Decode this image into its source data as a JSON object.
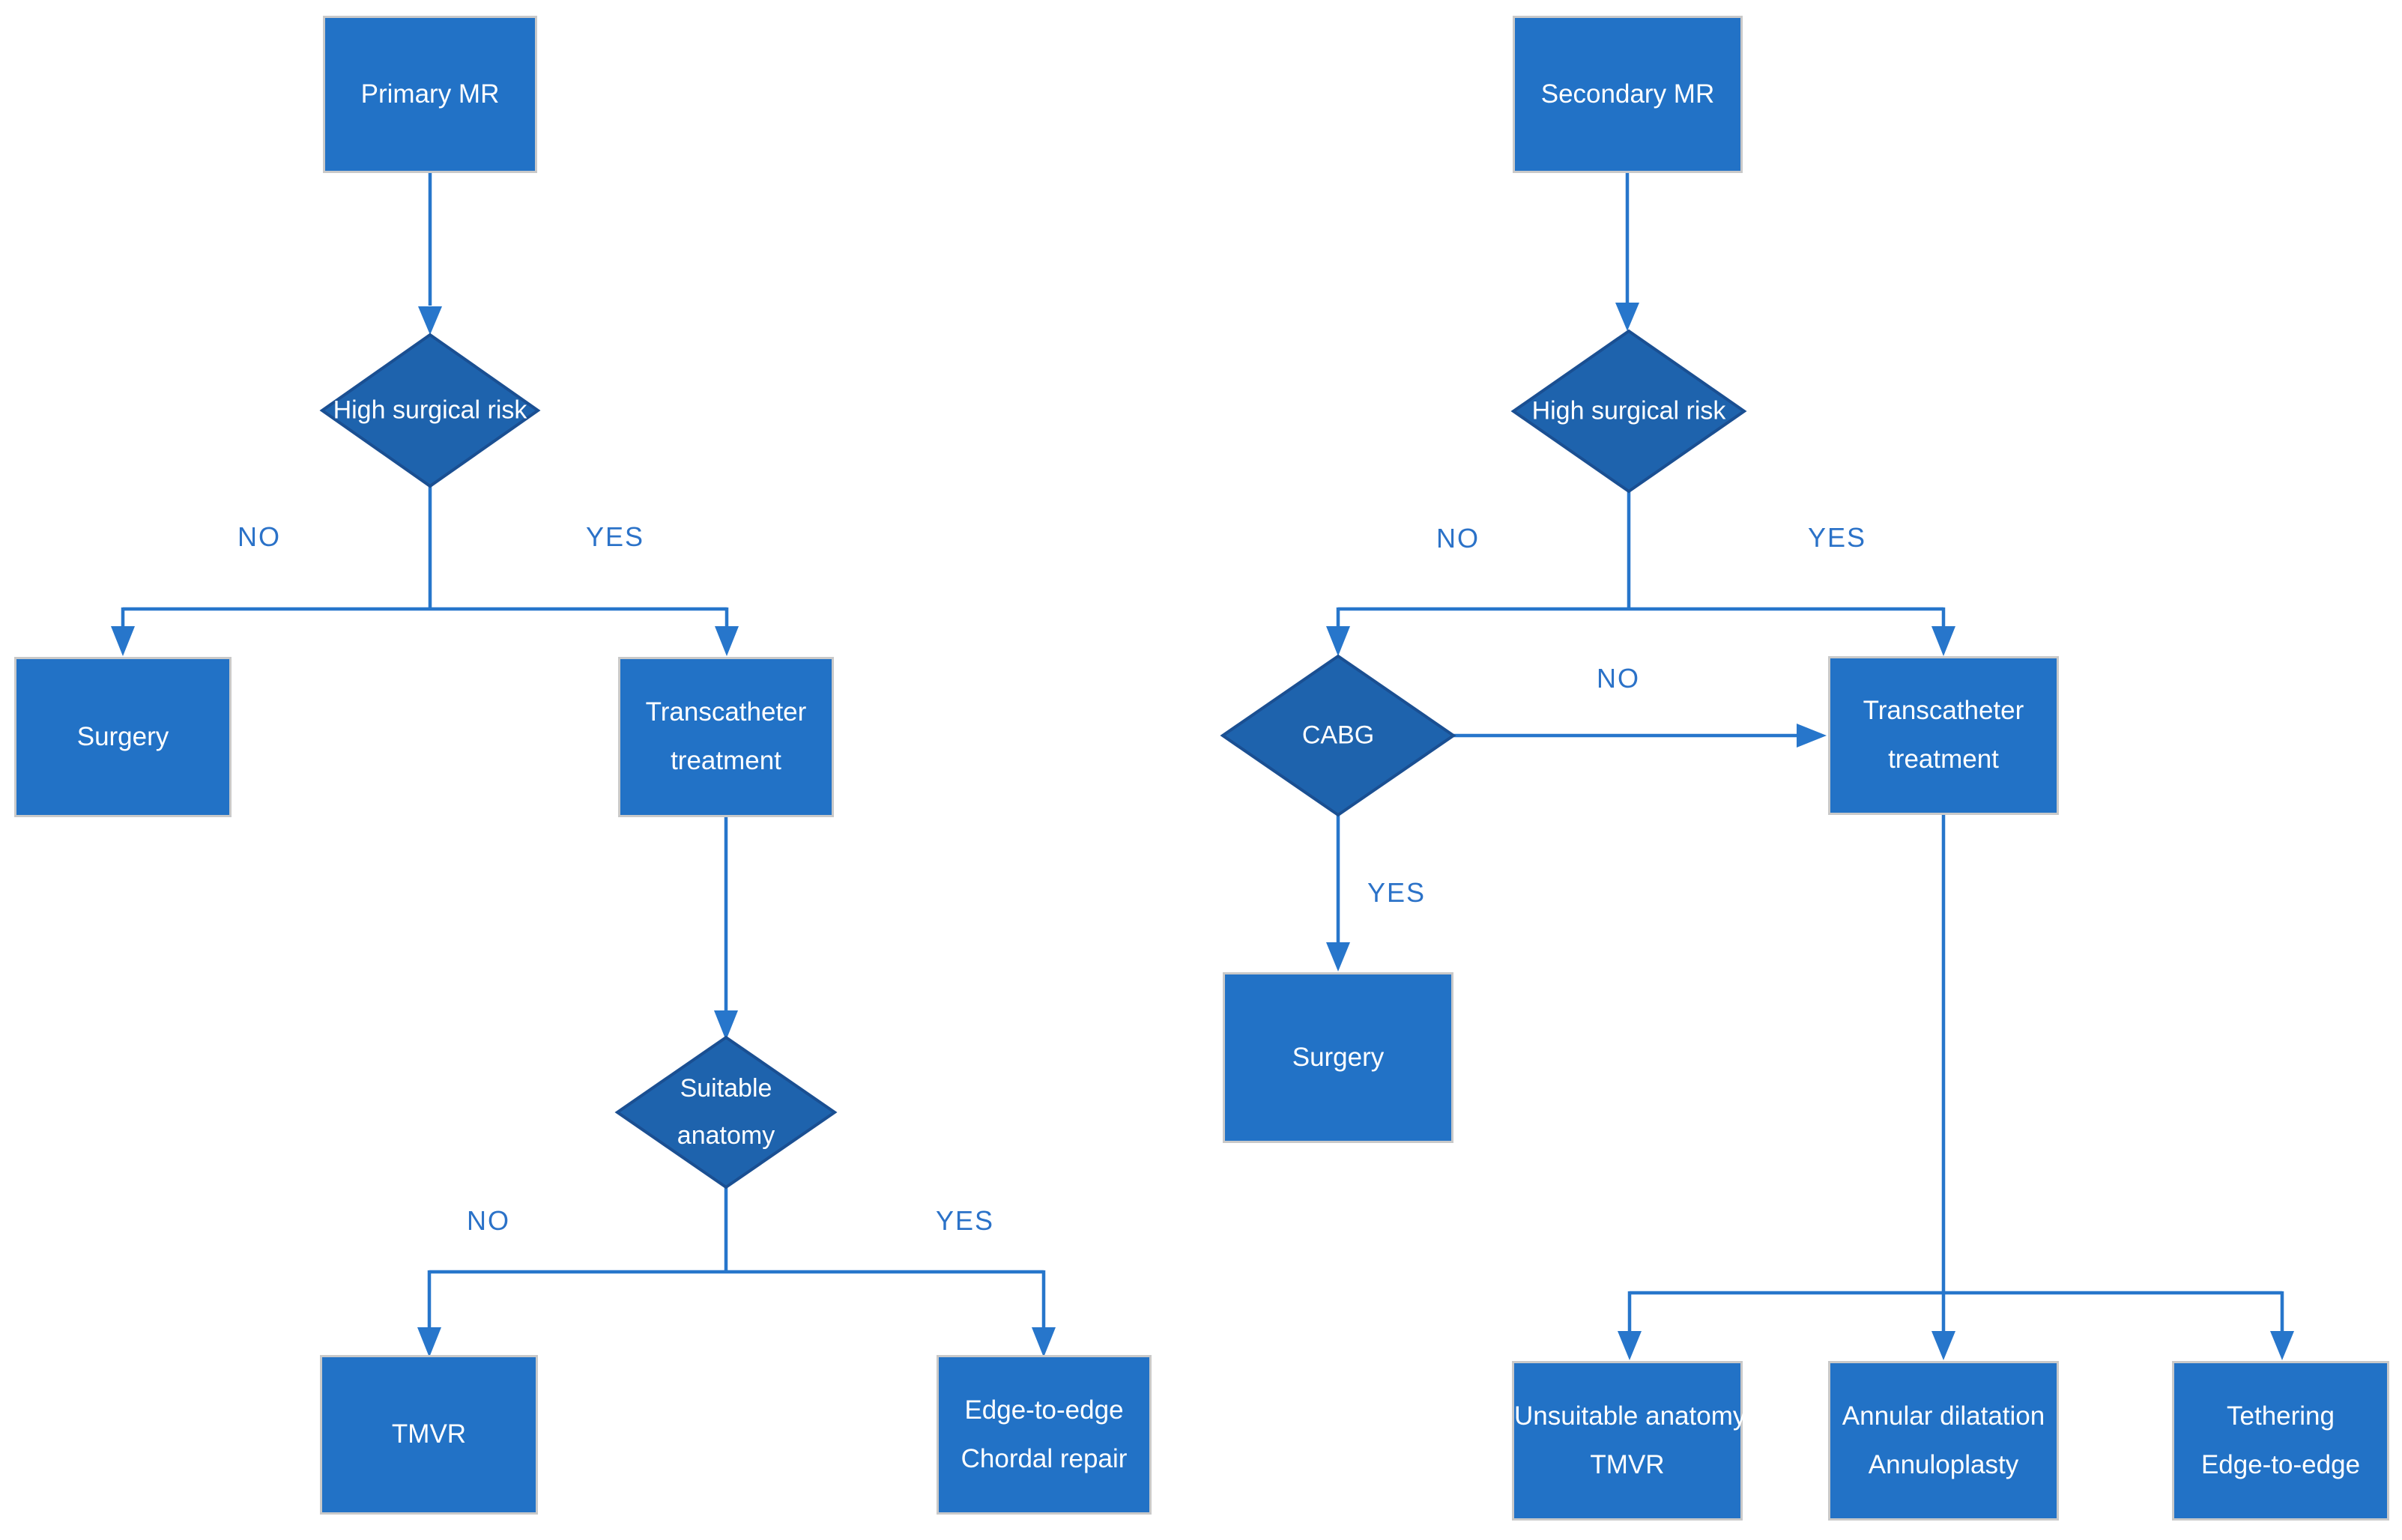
{
  "colors": {
    "box_fill": "#2272C6",
    "box_border": "#C9C9C9",
    "diamond_fill": "#1E63AD",
    "diamond_border": "#1A4F92",
    "connector": "#2776CB",
    "branch_label_text": "#2B72C8",
    "node_text": "#FFFFFF",
    "background": "#FFFFFF"
  },
  "nodes": {
    "primary_mr": {
      "lines": [
        "Primary MR"
      ]
    },
    "risk_left": {
      "lines": [
        "High surgical risk"
      ]
    },
    "surgery_left": {
      "lines": [
        "Surgery"
      ]
    },
    "transcatheter_left": {
      "lines": [
        "Transcatheter",
        "treatment"
      ]
    },
    "anatomy": {
      "lines": [
        "Suitable",
        "anatomy"
      ]
    },
    "tmvr": {
      "lines": [
        "TMVR"
      ]
    },
    "edge_chordal": {
      "lines": [
        "Edge-to-edge",
        "Chordal repair"
      ]
    },
    "secondary_mr": {
      "lines": [
        "Secondary MR"
      ]
    },
    "risk_right": {
      "lines": [
        "High surgical risk"
      ]
    },
    "cabg": {
      "lines": [
        "CABG"
      ]
    },
    "transcatheter_right": {
      "lines": [
        "Transcatheter",
        "treatment"
      ]
    },
    "surgery_right": {
      "lines": [
        "Surgery"
      ]
    },
    "unsuitable_tmvr": {
      "lines": [
        "Unsuitable anatomy",
        "TMVR"
      ]
    },
    "annular": {
      "lines": [
        "Annular dilatation",
        "Annuloplasty"
      ]
    },
    "tethering": {
      "lines": [
        "Tethering",
        "Edge-to-edge"
      ]
    }
  },
  "branch_labels": {
    "risk_left_no": "NO",
    "risk_left_yes": "YES",
    "anatomy_no": "NO",
    "anatomy_yes": "YES",
    "risk_right_no": "NO",
    "risk_right_yes": "YES",
    "cabg_no": "NO",
    "cabg_yes": "YES"
  }
}
